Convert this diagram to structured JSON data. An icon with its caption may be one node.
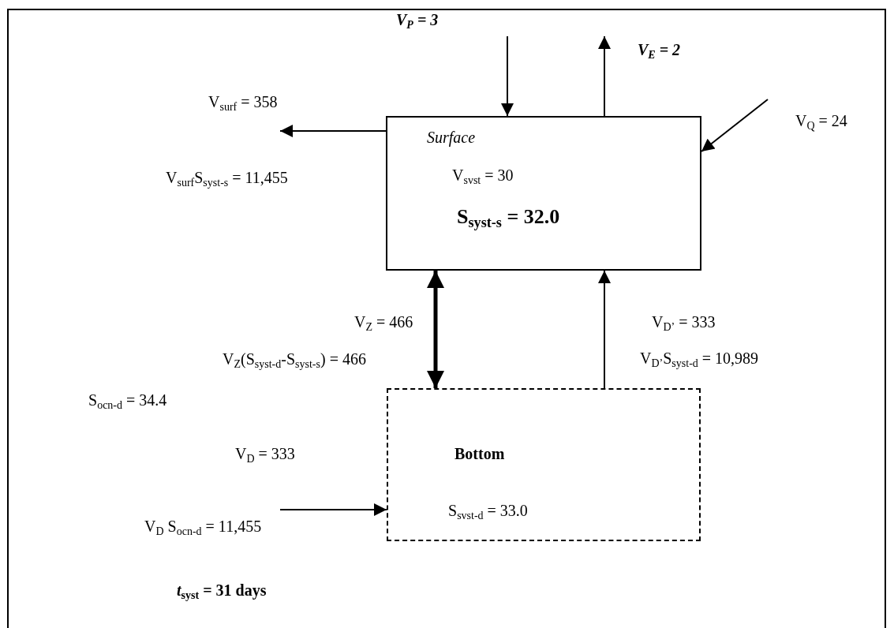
{
  "diagram": {
    "nodes": [
      {
        "text": [
          "Surface",
          "V$_{svst}$ = 30",
          "S$_{syst-s}$ = 32.0"
        ]
      },
      {
        "text": [
          "Bottom",
          "S$_{svst-d}$ = 33.0"
        ]
      }
    ],
    "edges": [
      {
        "from": null,
        "to": 0,
        "arrow": "to",
        "label": "V$_{P}$ = 3"
      },
      {
        "from": 0,
        "to": null,
        "arrow": "to",
        "label": "V$_{E}$ = 2"
      },
      {
        "from": null,
        "to": 0,
        "arrow": "to",
        "label": "V$_{Q}$ = 24"
      },
      {
        "from": 0,
        "to": null,
        "arrow": "to",
        "label": "V$_{surf}$ = 358"
      },
      {
        "from": 0,
        "to": 1,
        "arrow": "both",
        "style": "thick",
        "label": "V$_{Z}$ = 466"
      },
      {
        "from": 1,
        "to": 0,
        "arrow": "to",
        "label": "V$_{D’}$ = 333"
      },
      {
        "from": null,
        "to": 1,
        "arrow": "to",
        "label": "V$_{D}$ = 333"
      }
    ],
    "labels": [
      "V$_{surf}$S$_{syst-s}$ = 11,455",
      "V$_{Z}$(S$_{syst-d}$-S$_{syst-s}$) = 466",
      "V$_{D’}$S$_{syst-d}$ = 10,989",
      "S$_{ocn-d}$ = 34.4",
      "V$_{D}$ S$_{ocn-d}$ = 11,455",
      "*t*$_{syst}$ = 31 days"
    ]
  }
}
